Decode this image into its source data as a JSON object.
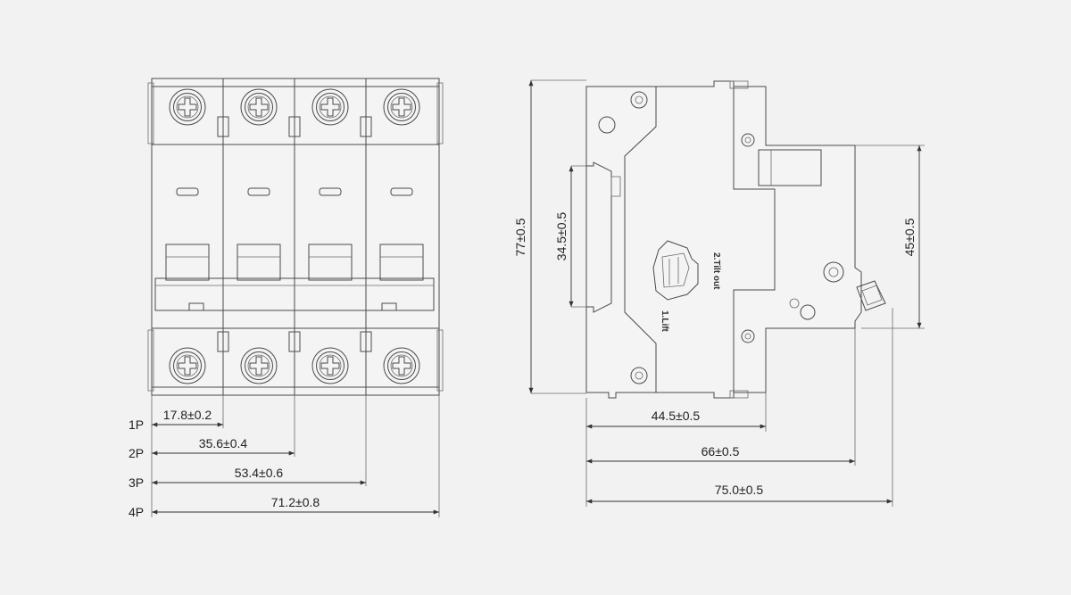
{
  "front_view": {
    "pole_labels": [
      "1P",
      "2P",
      "3P",
      "4P"
    ],
    "widths": [
      "17.8±0.2",
      "35.6±0.4",
      "53.4±0.6",
      "71.2±0.8"
    ]
  },
  "side_view": {
    "height_total": "77±0.5",
    "height_window": "34.5±0.5",
    "height_rail": "45±0.5",
    "depth_1": "44.5±0.5",
    "depth_2": "66±0.5",
    "depth_3": "75.0±0.5",
    "step_tilt": "2.Tilt out",
    "step_lift": "1.Lift"
  }
}
